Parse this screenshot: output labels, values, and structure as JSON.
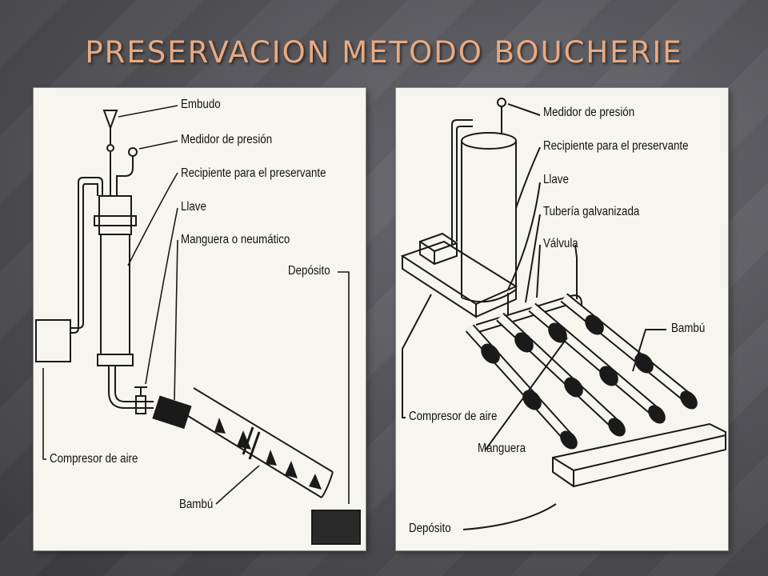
{
  "slide": {
    "title": "PRESERVACION METODO BOUCHERIE",
    "title_color": "#e8aa82"
  },
  "left_diagram": {
    "labels": {
      "embudo": "Embudo",
      "medidor": "Medidor de presión",
      "recipiente": "Recipiente para el preservante",
      "llave": "Llave",
      "manguera": "Manguera o neumático",
      "deposito": "Depósito",
      "compresor": "Compresor de aire",
      "bambu": "Bambú"
    }
  },
  "right_diagram": {
    "labels": {
      "medidor": "Medidor de presión",
      "recipiente": "Recipiente para el preservante",
      "llave": "Llave",
      "tuberia": "Tubería galvanizada",
      "valvula": "Válvula",
      "bambu": "Bambú",
      "compresor": "Compresor de aire",
      "manguera": "Manguera",
      "deposito": "Depósito"
    }
  }
}
